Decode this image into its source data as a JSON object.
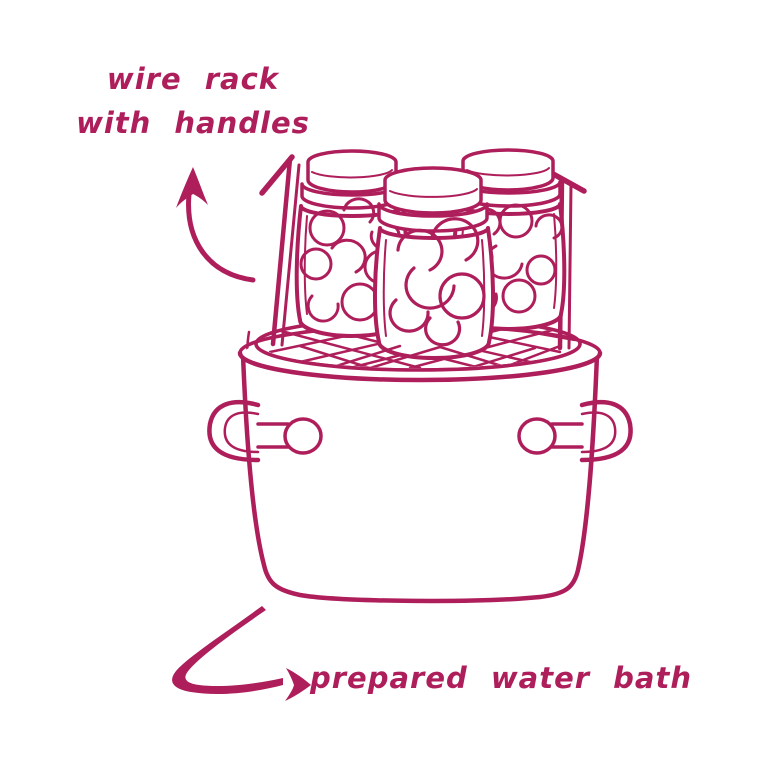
{
  "colors": {
    "accent": "#ae1e5b",
    "background": "#ffffff"
  },
  "annotations": {
    "wire_rack_label": {
      "line1": "wire rack",
      "line2": "with handles"
    },
    "water_bath_label": {
      "text": "prepared water bath"
    }
  },
  "illustration": {
    "jar_count": 3,
    "icons": {
      "up_arrow": "curved-up-arrow",
      "water_bath_arrow": "hooked-right-arrow"
    },
    "elements": [
      "mason-jar-left",
      "mason-jar-middle",
      "mason-jar-right",
      "wire-rack",
      "rack-handle-left",
      "rack-handle-right",
      "stockpot",
      "pot-handle-left",
      "pot-handle-right"
    ]
  }
}
